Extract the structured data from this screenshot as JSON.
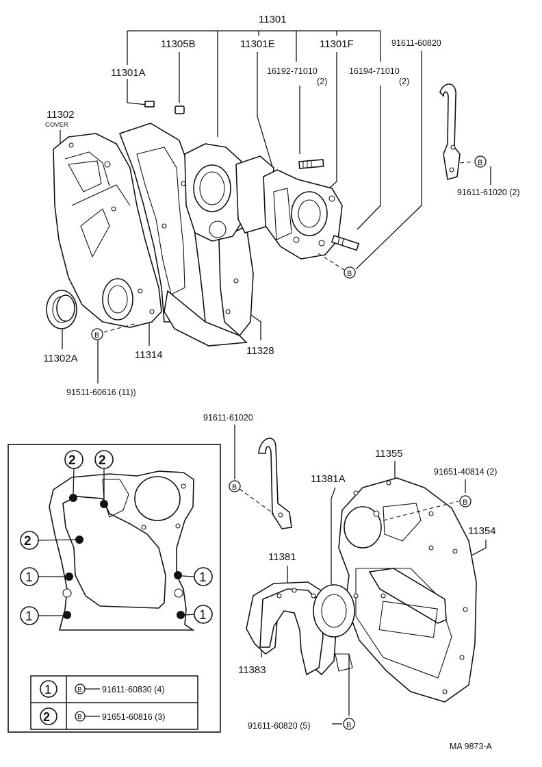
{
  "upper": {
    "assembly_label": "11301",
    "labels": {
      "p11301A": "11301A",
      "p11305B": "11305B",
      "p11301E": "11301E",
      "p11301F": "11301F",
      "p91611_60820": "91611-60820",
      "p16192": "16192-71010",
      "p16192_qty": "(2)",
      "p16194": "16194-71010",
      "p16194_qty": "(2)",
      "p11302": "11302",
      "p11302_cover": "COVER",
      "p91611_61020_2": "91611-61020 (2)",
      "p11302A": "11302A",
      "p11314": "11314",
      "p11328": "11328",
      "p91511": "91511-60616 (11))"
    }
  },
  "lower": {
    "labels": {
      "p91611_61020": "91611-61020",
      "p11355": "11355",
      "p11381A": "11381A",
      "p91651_40814": "91651-40814 (2)",
      "p11354": "11354",
      "p11381": "11381",
      "p11383": "11383",
      "p91611_60820_5": "91611-60820 (5)"
    }
  },
  "markers": {
    "b": "B",
    "one": "1",
    "two": "2"
  },
  "legend": {
    "rows": [
      {
        "symbol": "1",
        "marker": "B",
        "part": "91611-60830 (4)"
      },
      {
        "symbol": "2",
        "marker": "B",
        "part": "91651-60816 (3)"
      }
    ]
  },
  "footer": {
    "figure_code": "MA  9873-A"
  }
}
